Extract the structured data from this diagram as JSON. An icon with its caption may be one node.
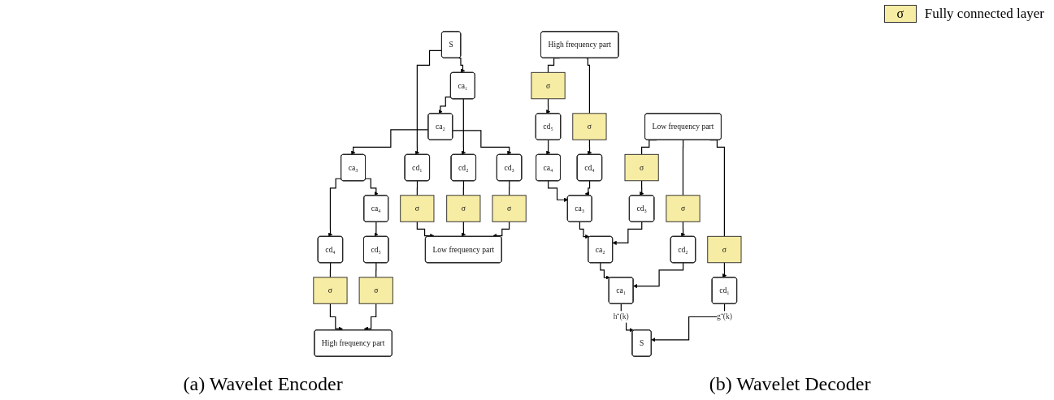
{
  "diagram": {
    "nodes": [
      {
        "text": [
          "S"
        ]
      },
      {
        "text": [
          "cd₁"
        ]
      },
      {
        "text": [
          "ca₁"
        ]
      },
      {
        "text": [
          "cd₂"
        ]
      },
      {
        "text": [
          "ca₂"
        ]
      },
      {
        "text": [
          "cd₃"
        ]
      },
      {
        "text": [
          "ca₃"
        ]
      },
      {
        "text": [
          "cd₄"
        ]
      },
      {
        "text": [
          "ca₄"
        ]
      },
      {
        "text": [
          "cd₅"
        ]
      },
      {
        "text": [
          "σ"
        ]
      },
      {
        "text": [
          "σ"
        ]
      },
      {
        "text": [
          "σ"
        ]
      },
      {
        "text": [
          "σ"
        ]
      },
      {
        "text": [
          "σ"
        ]
      },
      {
        "text": [
          "Low frequency part"
        ]
      },
      {
        "text": [
          "High frequency part"
        ]
      },
      {
        "text": [
          "High frequency part"
        ]
      },
      {
        "text": [
          "Low frequency part"
        ]
      },
      {
        "text": [
          "σ"
        ]
      },
      {
        "text": [
          "σ"
        ]
      },
      {
        "text": [
          "cd₅"
        ]
      },
      {
        "text": [
          "ca₄"
        ]
      },
      {
        "text": [
          "cd₄"
        ]
      },
      {
        "text": [
          "ca₃"
        ]
      },
      {
        "text": [
          "σ"
        ]
      },
      {
        "text": [
          "σ"
        ]
      },
      {
        "text": [
          "σ"
        ]
      },
      {
        "text": [
          "cd₃"
        ]
      },
      {
        "text": [
          "ca₂"
        ]
      },
      {
        "text": [
          "cd₂"
        ]
      },
      {
        "text": [
          "ca₁"
        ]
      },
      {
        "text": [
          "cd₁"
        ]
      },
      {
        "text": [
          "S"
        ]
      }
    ],
    "edges": [
      {
        "from": 0,
        "to": 1,
        "arrow": "to"
      },
      {
        "from": 0,
        "to": 2,
        "arrow": "to"
      },
      {
        "from": 2,
        "to": 3,
        "arrow": "to"
      },
      {
        "from": 2,
        "to": 4,
        "arrow": "to"
      },
      {
        "from": 4,
        "to": 5,
        "arrow": "to"
      },
      {
        "from": 4,
        "to": 6,
        "arrow": "to"
      },
      {
        "from": 6,
        "to": 7,
        "arrow": "to"
      },
      {
        "from": 6,
        "to": 8,
        "arrow": "to"
      },
      {
        "from": 8,
        "to": 9,
        "arrow": "to"
      },
      {
        "from": 1,
        "to": 10,
        "arrow": "none"
      },
      {
        "from": 3,
        "to": 11,
        "arrow": "none"
      },
      {
        "from": 5,
        "to": 12,
        "arrow": "none"
      },
      {
        "from": 10,
        "to": 15,
        "arrow": "to"
      },
      {
        "from": 11,
        "to": 15,
        "arrow": "to"
      },
      {
        "from": 12,
        "to": 15,
        "arrow": "to"
      },
      {
        "from": 7,
        "to": 13,
        "arrow": "none"
      },
      {
        "from": 9,
        "to": 14,
        "arrow": "none"
      },
      {
        "from": 13,
        "to": 16,
        "arrow": "to"
      },
      {
        "from": 14,
        "to": 16,
        "arrow": "to"
      },
      {
        "from": 17,
        "to": 19,
        "arrow": "none"
      },
      {
        "from": 17,
        "to": 20,
        "arrow": "none"
      },
      {
        "from": 19,
        "to": 21,
        "arrow": "to"
      },
      {
        "from": 20,
        "to": 23,
        "arrow": "to"
      },
      {
        "from": 21,
        "to": 22,
        "arrow": "to"
      },
      {
        "from": 22,
        "to": 24,
        "arrow": "to"
      },
      {
        "from": 23,
        "to": 24,
        "arrow": "to"
      },
      {
        "from": 18,
        "to": 25,
        "arrow": "none"
      },
      {
        "from": 18,
        "to": 26,
        "arrow": "none"
      },
      {
        "from": 18,
        "to": 27,
        "arrow": "none"
      },
      {
        "from": 25,
        "to": 28,
        "arrow": "to"
      },
      {
        "from": 26,
        "to": 30,
        "arrow": "to"
      },
      {
        "from": 27,
        "to": 32,
        "arrow": "to"
      },
      {
        "from": 24,
        "to": 29,
        "arrow": "to"
      },
      {
        "from": 28,
        "to": 29,
        "arrow": "to"
      },
      {
        "from": 29,
        "to": 31,
        "arrow": "to"
      },
      {
        "from": 30,
        "to": 31,
        "arrow": "to"
      },
      {
        "from": 31,
        "to": 33,
        "arrow": "to",
        "label": "h⁺(k)"
      },
      {
        "from": 32,
        "to": 33,
        "arrow": "to",
        "label": "g⁺(k)"
      }
    ],
    "labels": [
      "σ",
      "(a) Wavelet Encoder",
      "(b) Wavelet Decoder"
    ],
    "legend": [
      {
        "text": "Fully connected layer",
        "color": "#f7eca4"
      }
    ]
  }
}
